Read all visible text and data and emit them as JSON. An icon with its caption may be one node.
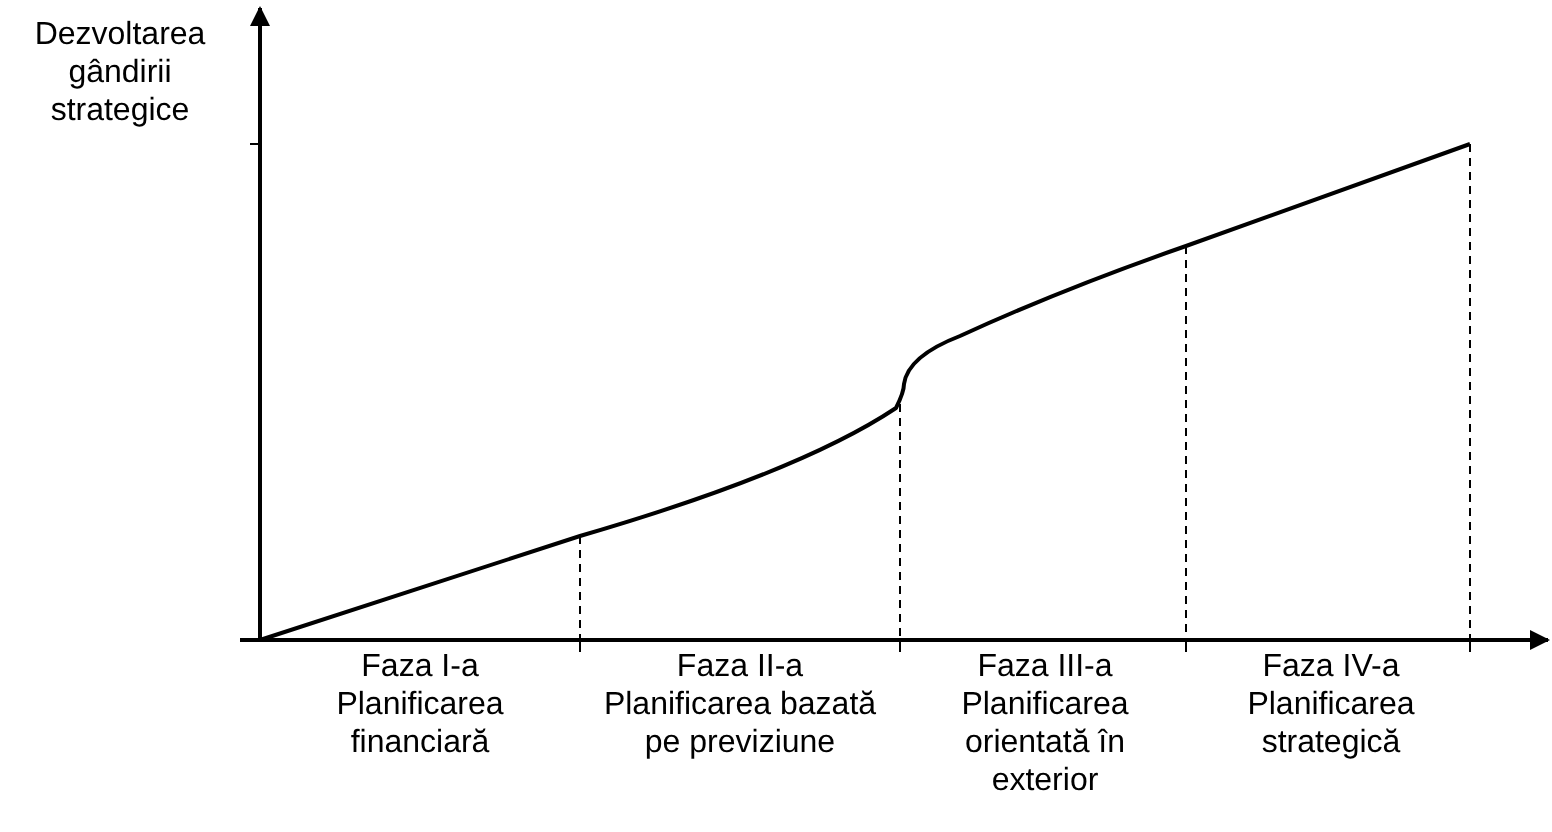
{
  "diagram": {
    "labels": [
      "Dezvoltarea gândirii strategice",
      "Faza I-a Planificarea financiară",
      "Faza II-a Planificarea bazată pe previziune",
      "Faza III-a Planificarea orientată în exterior",
      "Faza IV-a Planificarea strategică"
    ]
  }
}
